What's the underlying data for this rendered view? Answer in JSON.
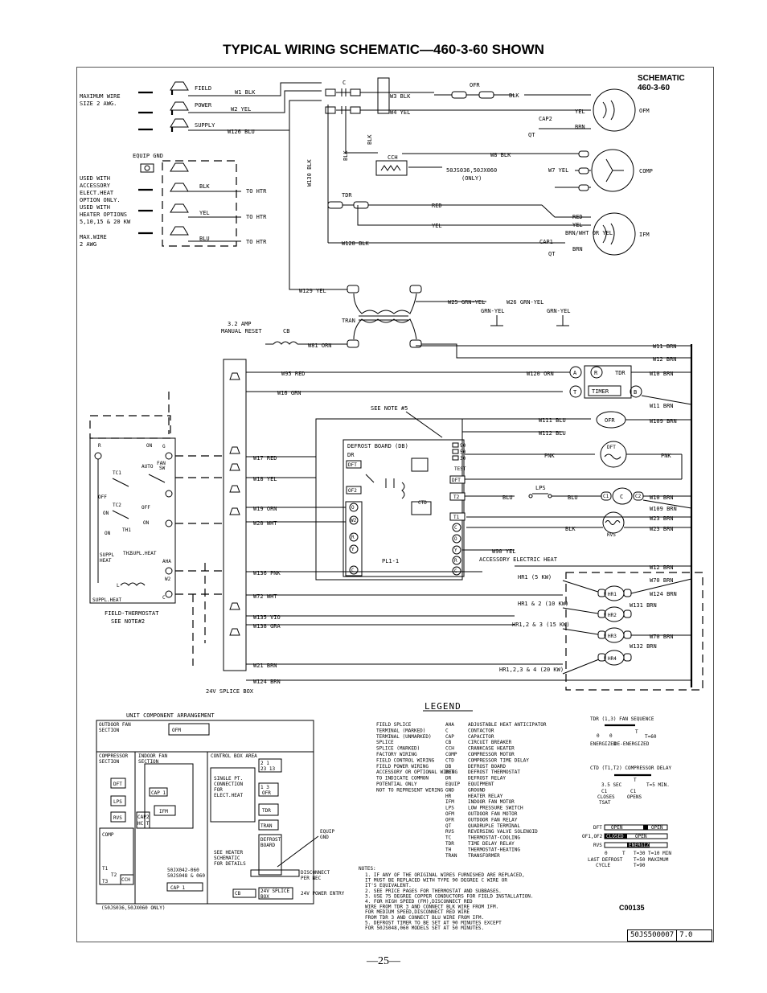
{
  "page": {
    "title": "TYPICAL WIRING SCHEMATIC—460-3-60 SHOWN",
    "page_number": "—25—",
    "doc_id": "50JS500007",
    "revision": "7.0",
    "figure_code": "C00135"
  },
  "schematic": {
    "corner_label_1": "SCHEMATIC",
    "corner_label_2": "460-3-60",
    "field_power_supply": [
      "FIELD",
      "POWER",
      "SUPPLY"
    ],
    "max_wire_note": [
      "MAXIMUM WIRE",
      "SIZE 2 AWG."
    ],
    "equip_gnd": "EQUIP GND",
    "heater_note": [
      "USED WITH",
      "ACCESSORY",
      "ELECT.HEAT",
      "OPTION ONLY.",
      "USED WITH",
      "HEATER OPTIONS",
      "5,10,15 & 20 KW"
    ],
    "max_wire_2": [
      "MAX.WIRE",
      "2 AWG"
    ],
    "to_htr": "TO HTR",
    "wires": {
      "w1": "W1 BLK",
      "w2": "W2 YEL",
      "w126": "W126 BLU",
      "w3": "W3 BLK",
      "w4": "W4 YEL",
      "w8": "W8 BLK",
      "w7": "W7 YEL",
      "w130": "W130 BLK",
      "w128": "W128 BLK",
      "w129": "W129 YEL",
      "w25": "W25 GRN-YEL",
      "w26": "W26 GRN-YEL",
      "w81": "W81 ORN",
      "w95": "W95 RED",
      "w16": "W16 GRN",
      "w120": "W120 ORN",
      "w11": "W11 BRN",
      "w12": "W12 BRN",
      "w10": "W10 BRN",
      "w111": "W111 BLU",
      "w112": "W112 BLU",
      "w109": "W109 BRN",
      "w17": "W17 RED",
      "w18": "W18 YEL",
      "w19": "W19 ORN",
      "w20": "W20 WHT",
      "w23": "W23 BRN",
      "w90": "W90 YEL",
      "w136": "W136 PNK",
      "w72": "W72 WHT",
      "w135": "W135 VIO",
      "w138": "W138 GRA",
      "w21": "W21 BRN",
      "w124": "W124 BRN",
      "w70": "W70 BRN",
      "w131": "W131 BRN",
      "w132": "W132 BRN"
    },
    "colors": {
      "blk": "BLK",
      "yel": "YEL",
      "blu": "BLU",
      "red": "RED",
      "brn": "BRN",
      "pnk": "PNK",
      "grn_yel": "GRN-YEL",
      "brn_wht": "BRN/WHT OR YEL"
    },
    "components": {
      "ofm": "OFM",
      "comp": "COMP",
      "ifm": "IFM",
      "ofr": "OFR",
      "tdr": "TDR",
      "cch": "CCH",
      "cch_note": [
        "50JS036,50JX060",
        "(ONLY)"
      ],
      "c": "C",
      "cap2": "CAP2",
      "cap1": "CAP1",
      "qt": "QT",
      "tran": "TRAN",
      "cb": "CB",
      "cb_note": [
        "3.2 AMP",
        "MANUAL RESET"
      ],
      "defrost_board": "DEFROST BOARD (DB)",
      "dr": "DR",
      "dft": "DFT",
      "test": "TEST",
      "ctd": "CTD",
      "pl1": "PL1-1",
      "timer": "TIMER",
      "see_note_5": "SEE NOTE #5",
      "lps": "LPS",
      "rvs": "RVS",
      "accessory_electric_heat": "ACCESSORY ELECTRIC HEAT",
      "splice_box": "24V SPLICE BOX",
      "thermostat": [
        "FIELD-THERMOSTAT",
        "SEE NOTE#2"
      ],
      "suppl_heat": "SUPPL.HEAT",
      "fan_auto": [
        "ON",
        "AUTO",
        "FAN",
        "SW"
      ]
    },
    "terminals_db": [
      "90",
      "50",
      "30"
    ],
    "heaters": [
      {
        "label": "HR1 (5 KW)",
        "name": "HR1"
      },
      {
        "label": "HR1 & 2 (10 KW)",
        "name": "HR2"
      },
      {
        "label": "HR1,2 & 3 (15 KW)",
        "name": "HR3"
      },
      {
        "label": "HR1,2,3 & 4 (20 KW)",
        "name": "HR4"
      }
    ]
  },
  "arrangement": {
    "title": "UNIT COMPONENT ARRANGEMENT",
    "outdoor_fan_section": [
      "OUTDOOR FAN",
      "SECTION"
    ],
    "compressor_section": [
      "COMPRESSOR",
      "SECTION"
    ],
    "indoor_fan_section": [
      "INDOOR FAN",
      "SECTION"
    ],
    "control_box_area": "CONTROL BOX AREA",
    "single_pt": [
      "SINGLE PT.",
      "CONNECTION",
      "FOR",
      "ELECT.HEAT"
    ],
    "see_heater": [
      "SEE HEATER",
      "SCHEMATIC",
      "FOR DETAILS"
    ],
    "model_note": [
      "50JX042-060",
      "50JS048 & 060"
    ],
    "bottom_note": "(50JS036,50JX060 ONLY)",
    "equip_gnd": [
      "EQUIP",
      "GND"
    ],
    "disconnect": [
      "DISCONNECT",
      "PER NEC"
    ],
    "power_entry": "24V POWER ENTRY",
    "splice_box": [
      "24V SPLICE",
      "BOX"
    ]
  },
  "legend": {
    "title": "LEGEND",
    "symbols": [
      "FIELD SPLICE",
      "TERMINAL (MARKED)",
      "TERMINAL (UNMARKED)",
      "SPLICE",
      "SPLICE (MARKED)",
      "FACTORY WIRING",
      "FIELD CONTROL WIRING",
      "FIELD POWER WIRING",
      "ACCESSORY OR OPTIONAL WIRING",
      "TO INDICATE COMMON",
      "POTENTIAL ONLY",
      "NOT TO REPRESENT WIRING"
    ],
    "codes": [
      [
        "AHA",
        "ADJUSTABLE HEAT ANTICIPATOR"
      ],
      [
        "C",
        "CONTACTOR"
      ],
      [
        "CAP",
        "CAPACITOR"
      ],
      [
        "CB",
        "CIRCUIT BREAKER"
      ],
      [
        "CCH",
        "CRANKCASE HEATER"
      ],
      [
        "COMP",
        "COMPRESSOR MOTOR"
      ],
      [
        "CTD",
        "COMPRESSOR TIME DELAY"
      ],
      [
        "DB",
        "DEFROST BOARD"
      ],
      [
        "DFT",
        "DEFROST THERMOSTAT"
      ],
      [
        "DR",
        "DEFROST RELAY"
      ],
      [
        "EQUIP",
        "EQUIPMENT"
      ],
      [
        "GND",
        "GROUND"
      ],
      [
        "HR",
        "HEATER RELAY"
      ],
      [
        "IFM",
        "INDOOR FAN MOTOR"
      ],
      [
        "LPS",
        "LOW PRESSURE SWITCH"
      ],
      [
        "OFM",
        "OUTDOOR FAN MOTOR"
      ],
      [
        "OFR",
        "OUTDOOR FAN RELAY"
      ],
      [
        "QT",
        "QUADRUPLE TERMINAL"
      ],
      [
        "RVS",
        "REVERSING VALVE SOLENOID"
      ],
      [
        "TC",
        "THERMOSTAT-COOLING"
      ],
      [
        "TDR",
        "TIME DELAY RELAY"
      ],
      [
        "TH",
        "THERMOSTAT-HEATING"
      ],
      [
        "TRAN",
        "TRANSFORMER"
      ]
    ]
  },
  "timing": {
    "tdr_title": "TDR (1,3)    FAN SEQUENCE",
    "tdr_row": [
      "0",
      "0",
      "T",
      "T=60"
    ],
    "tdr_labels": [
      "ENERGIZED",
      "DE-ENERGIZED"
    ],
    "ctd_title": "CTD (T1,T2)   COMPRESSOR DELAY",
    "ctd_row": [
      "3.5 SEC",
      "T",
      "T=5 MIN."
    ],
    "ctd_labels": [
      "C1",
      "CLOSES",
      "TSAT",
      "C1",
      "OPENS"
    ],
    "dft": "DFT",
    "ofr_row": "OF1,OF2",
    "rvs": "RVS",
    "open": "OPEN",
    "closed": "CLOSED",
    "energized": "ENERGIZED",
    "bottom": [
      "0",
      "T",
      "T=30 T=10 MIN",
      "LAST DEFROST",
      "T=50 MAXIMUM",
      "CYCLE",
      "T=90"
    ]
  },
  "notes": {
    "heading": "NOTES:",
    "items": [
      "1. IF ANY OF THE ORIGINAL WIRES FURNISHED ARE REPLACED,",
      "   IT MUST BE REPLACED WITH TYPE 90 DEGREE C WIRE OR",
      "   IT'S EQUIVALENT.",
      "2. SEE PRICE PAGES FOR THERMOSTAT AND SUBBASES.",
      "3. USE 75 DEGREE COPPER CONDUCTORS FOR FIELD INSTALLATION.",
      "4. FOR HIGH SPEED (FM),DISCONNECT RED",
      "   WIRE FROM TDR 3 AND CONNECT BLK WIRE FROM IFM.",
      "   FOR MEDIUM SPEED,DISCONNECT RED WIRE",
      "   FROM TDR 3 AND CONNECT BLU WIRE FROM IFM.",
      "5. DEFROST TIMER TO BE SET AT 90 MINUTES EXCEPT",
      "   FOR 50JS048,060 MODELS SET AT 50 MINUTES."
    ]
  }
}
